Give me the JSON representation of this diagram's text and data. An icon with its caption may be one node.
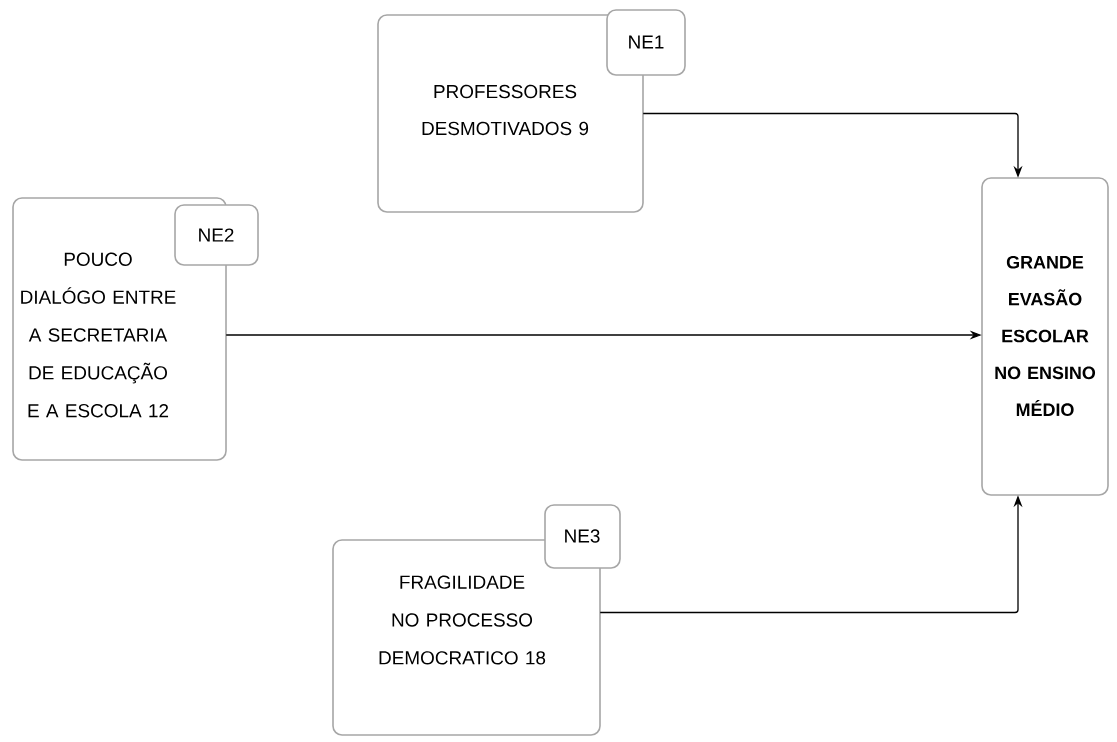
{
  "diagram": {
    "nodes": [
      {
        "text": [
          "PROFESSORES DESMOTIVADOS 9"
        ]
      },
      {
        "text": [
          "NE1"
        ]
      },
      {
        "text": [
          "POUCO DIALÓGO ENTRE A SECRETARIA DE EDUCAÇÃO E A ESCOLA 12"
        ]
      },
      {
        "text": [
          "NE2"
        ]
      },
      {
        "text": [
          "GRANDE EVASÃO ESCOLAR NO ENSINO MÉDIO"
        ]
      },
      {
        "text": [
          "NE3"
        ]
      },
      {
        "text": [
          "FRAGILIDADE NO PROCESSO DEMOCRATICO 18"
        ]
      }
    ],
    "edges": [
      {
        "from": 0,
        "to": 4,
        "arrow": "to"
      },
      {
        "from": 2,
        "to": 4,
        "arrow": "to"
      },
      {
        "from": 6,
        "to": 4,
        "arrow": "to"
      }
    ]
  }
}
